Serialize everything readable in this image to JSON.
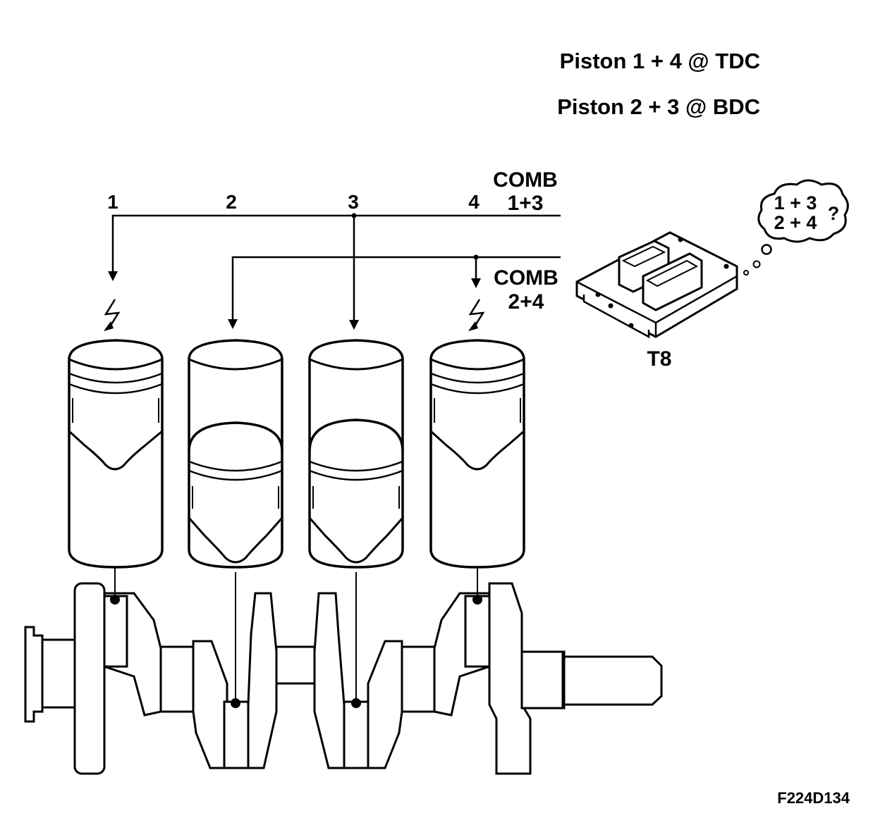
{
  "header": {
    "line1": "Piston 1 + 4 @ TDC",
    "line2": "Piston 2 + 3 @ BDC"
  },
  "cylinders": {
    "c1": "1",
    "c2": "2",
    "c3": "3",
    "c4": "4"
  },
  "comb_1_3": {
    "line1": "COMB",
    "line2": "1+3"
  },
  "comb_2_4": {
    "line1": "COMB",
    "line2": "2+4"
  },
  "ecu": {
    "label": "T8"
  },
  "thought": {
    "line1": "1 + 3",
    "line2": "2 + 4",
    "mark": "?"
  },
  "figure_code": "F224D134",
  "colors": {
    "ink": "#000000",
    "paper": "#ffffff"
  }
}
